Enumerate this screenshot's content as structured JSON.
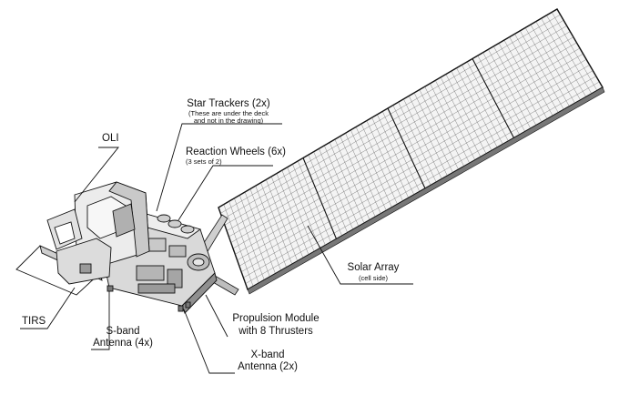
{
  "labels": {
    "oli": "OLI",
    "star_trackers": "Star Trackers (2x)",
    "star_trackers_note_1": "(These are under the deck",
    "star_trackers_note_2": "and not in the drawing)",
    "reaction_wheels": "Reaction Wheels (6x)",
    "reaction_wheels_note": "(3 sets of 2)",
    "solar_array": "Solar Array",
    "solar_array_note": "(cell side)",
    "tirs": "TIRS",
    "s_band_1": "S-band",
    "s_band_2": "Antenna (4x)",
    "propulsion_1": "Propulsion Module",
    "propulsion_2": "with 8 Thrusters",
    "x_band_1": "X-band",
    "x_band_2": "Antenna (2x)"
  },
  "colors": {
    "ink": "#111111",
    "panel": "#f4f4f4",
    "body_light": "#e6e6e6",
    "body_mid": "#c9c9c9",
    "body_dark": "#8f8f8f"
  }
}
